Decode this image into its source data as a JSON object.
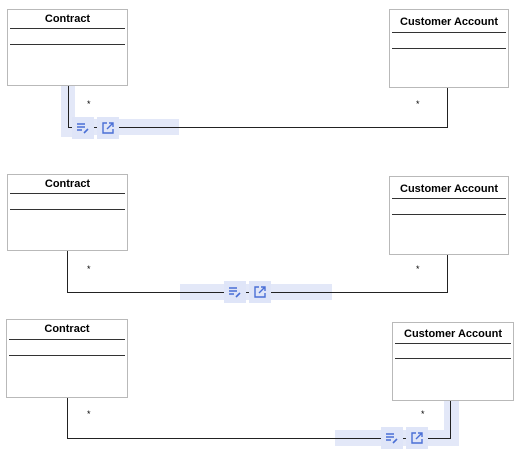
{
  "colors": {
    "accent": "#4a6fd6",
    "highlight": "#e3e8f8",
    "line": "#222222"
  },
  "diagrams": [
    {
      "left_class": {
        "title": "Contract"
      },
      "right_class": {
        "title": "Customer Account"
      },
      "left_multiplicity": "*",
      "right_multiplicity": "*",
      "toolbar": {
        "edit_icon": "edit-properties-icon",
        "open_icon": "open-external-icon"
      }
    },
    {
      "left_class": {
        "title": "Contract"
      },
      "right_class": {
        "title": "Customer Account"
      },
      "left_multiplicity": "*",
      "right_multiplicity": "*",
      "toolbar": {
        "edit_icon": "edit-properties-icon",
        "open_icon": "open-external-icon"
      }
    },
    {
      "left_class": {
        "title": "Contract"
      },
      "right_class": {
        "title": "Customer Account"
      },
      "left_multiplicity": "*",
      "right_multiplicity": "*",
      "toolbar": {
        "edit_icon": "edit-properties-icon",
        "open_icon": "open-external-icon"
      }
    }
  ]
}
